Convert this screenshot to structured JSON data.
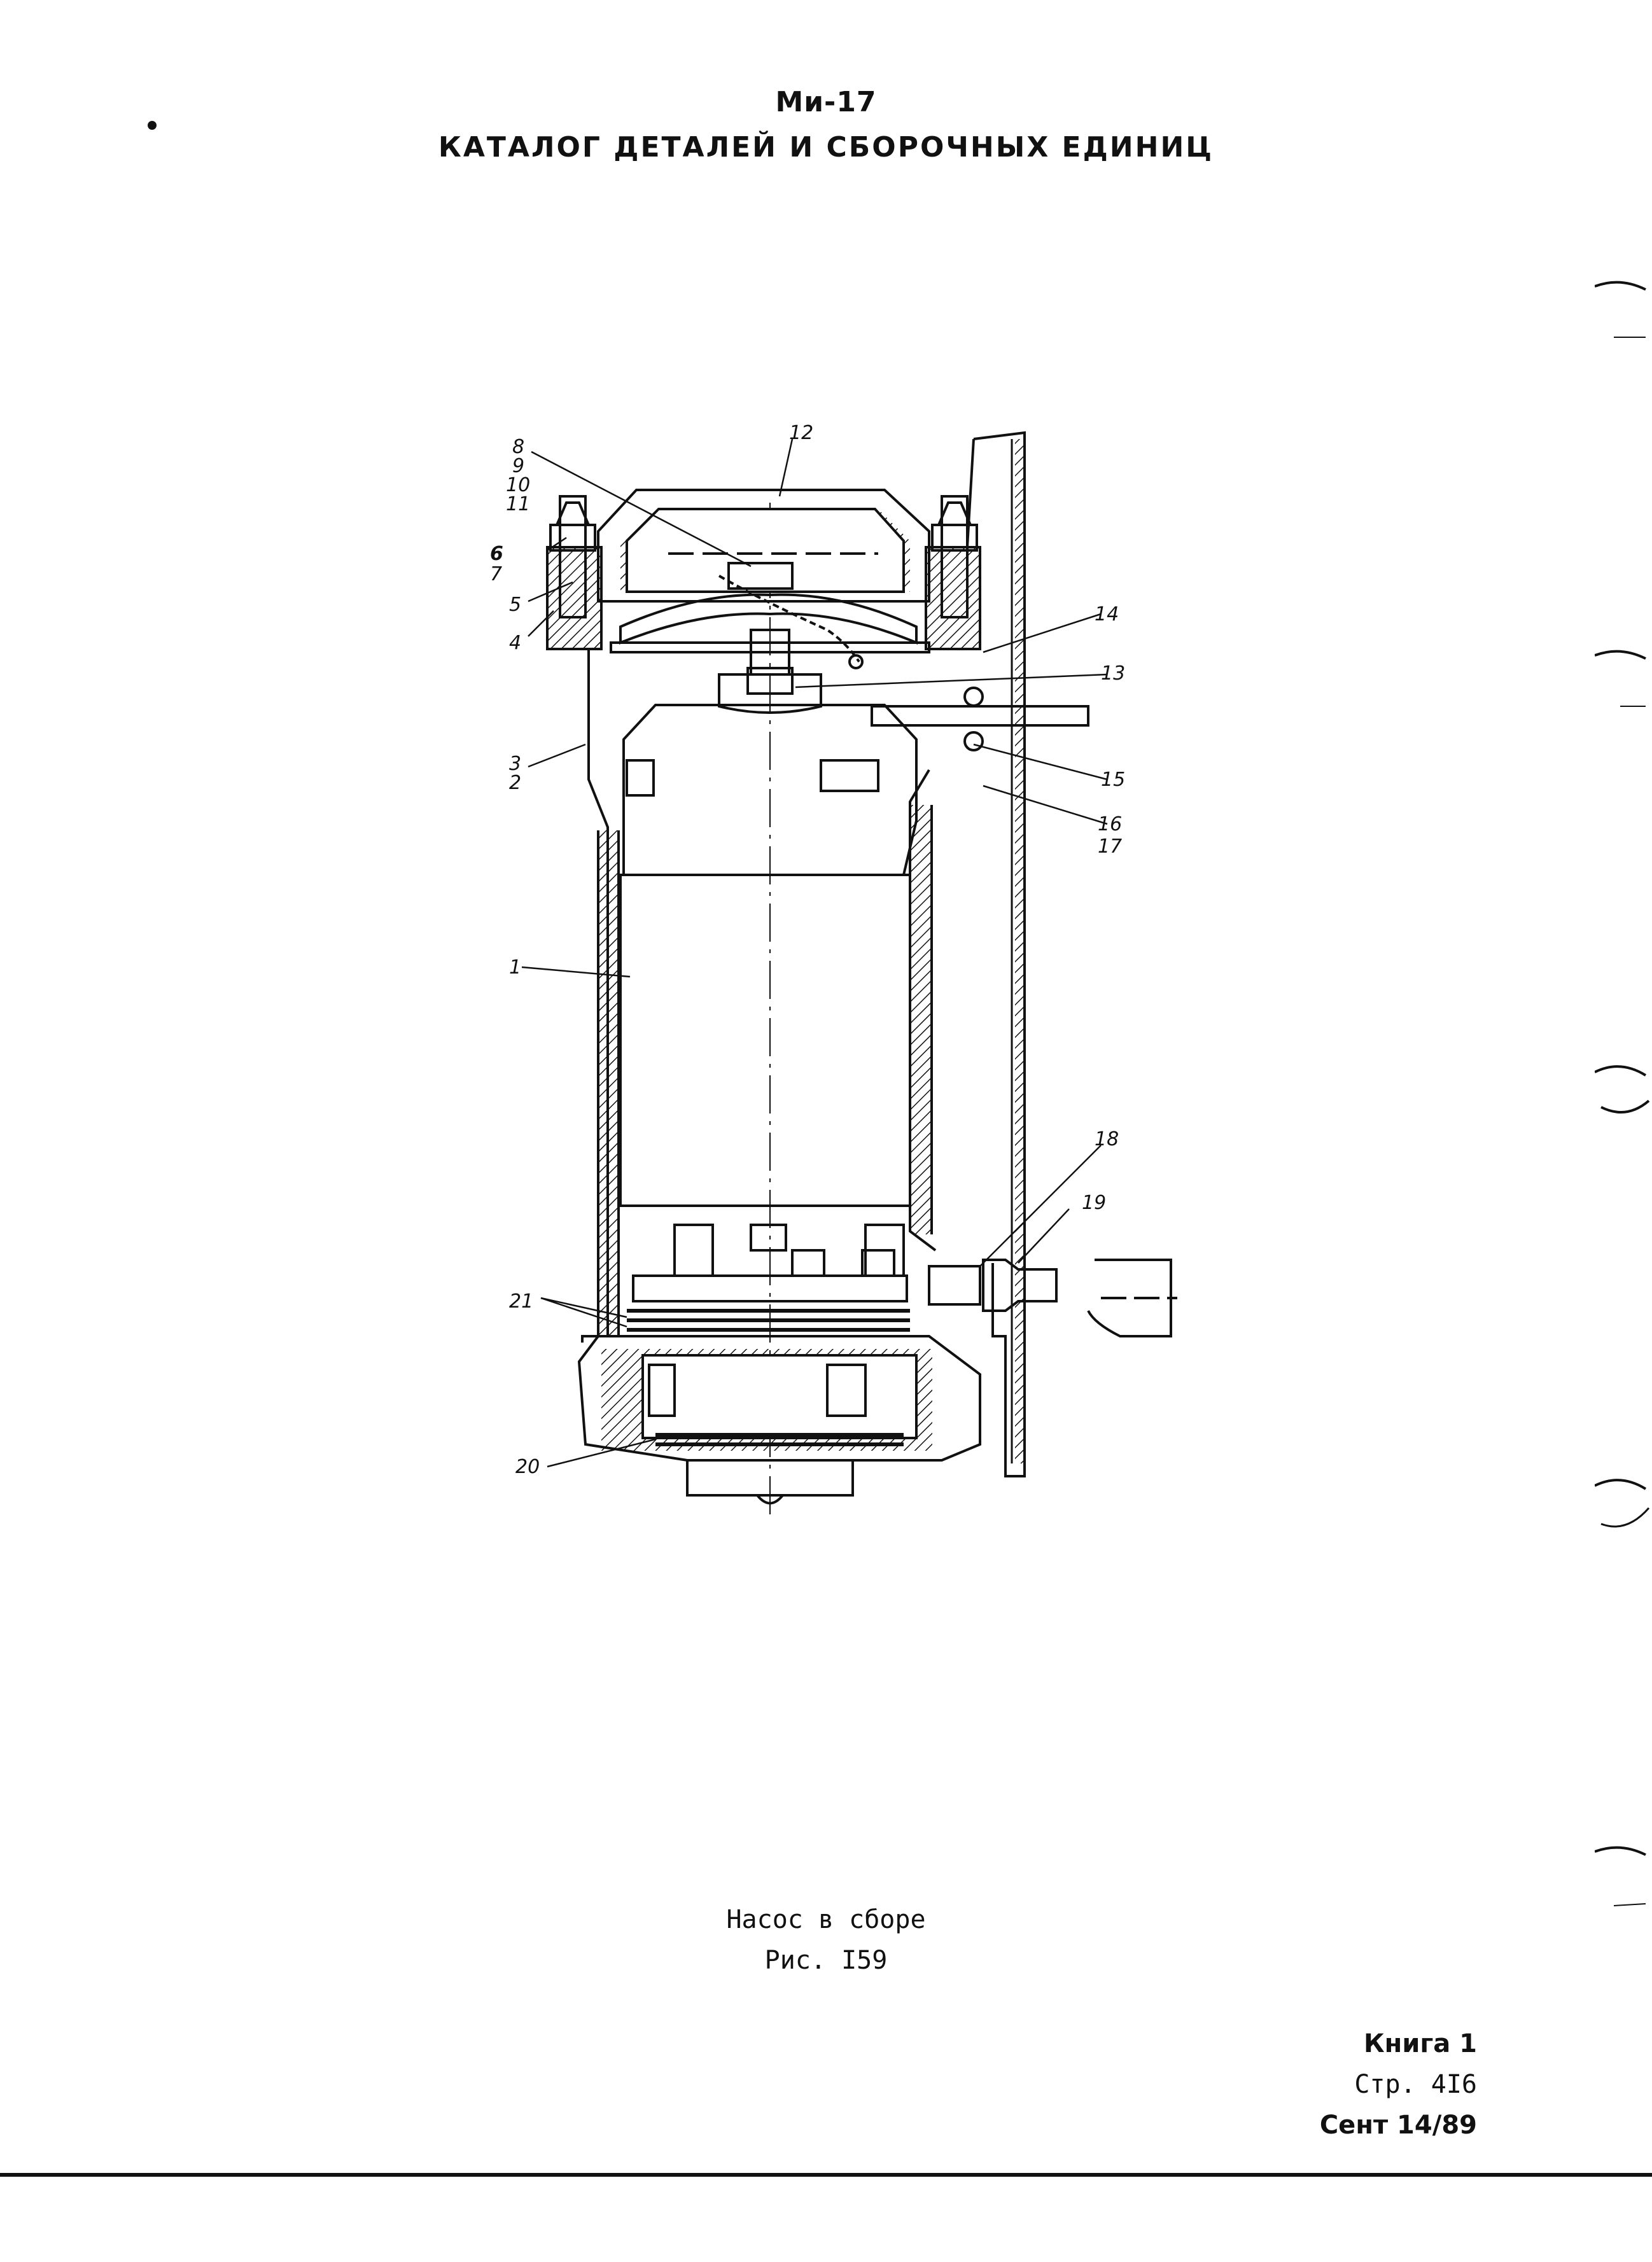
{
  "header": {
    "doc_code": "Ми-17",
    "title": "КАТАЛОГ ДЕТАЛЕЙ И СБОРОЧНЫХ ЕДИНИЦ"
  },
  "figure": {
    "caption_line1": "Насос в сборе",
    "caption_line2": "Рис. I59",
    "callouts": {
      "c1": "1",
      "c2": "2",
      "c3": "3",
      "c4": "4",
      "c5": "5",
      "c6": "6",
      "c7": "7",
      "c8": "8",
      "c9": "9",
      "c10": "10",
      "c11": "11",
      "c12": "12",
      "c13": "13",
      "c14": "14",
      "c15": "15",
      "c16": "16",
      "c17": "17",
      "c18": "18",
      "c19": "19",
      "c20": "20",
      "c21": "21"
    }
  },
  "footer": {
    "book": "Книга 1",
    "page": "Стр. 4I6",
    "date": "Сент 14/89"
  }
}
